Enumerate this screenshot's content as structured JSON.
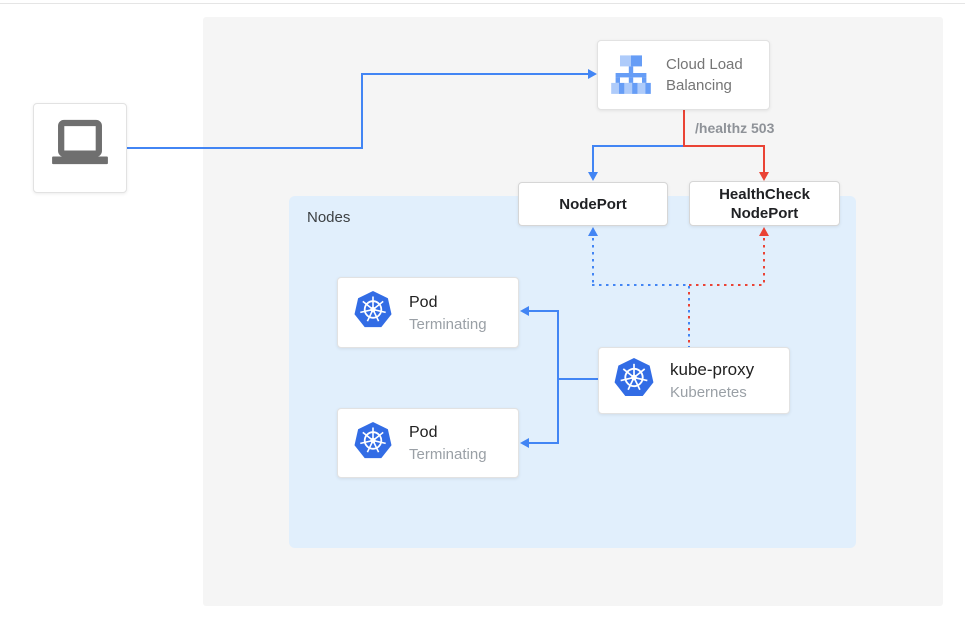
{
  "diagram": {
    "client": {
      "icon": "laptop-icon"
    },
    "cloud_load_balancing": {
      "line1": "Cloud Load",
      "line2": "Balancing",
      "icon": "cloud-load-balancing-icon"
    },
    "healthz_label": "/healthz 503",
    "nodeport": {
      "label": "NodePort"
    },
    "healthcheck_nodeport": {
      "line1": "HealthCheck",
      "line2": "NodePort"
    },
    "nodes_group": {
      "label": "Nodes"
    },
    "pod1": {
      "title": "Pod",
      "status": "Terminating",
      "icon": "kubernetes-icon"
    },
    "pod2": {
      "title": "Pod",
      "status": "Terminating",
      "icon": "kubernetes-icon"
    },
    "kube_proxy": {
      "title": "kube-proxy",
      "subtitle": "Kubernetes",
      "icon": "kubernetes-icon"
    },
    "colors": {
      "edge_blue": "#4285f4",
      "edge_red": "#ea4335",
      "panel_gray": "#f5f5f5",
      "nodes_group_bg": "#e1effc",
      "kubernetes_blue": "#326ce5",
      "clb_icon_light": "#aecbfa",
      "clb_icon_mid": "#669df6",
      "title_dark": "#202124",
      "text_gray": "#757575",
      "subtitle_gray": "#9aa0a6",
      "laptop_gray": "#6f6f6f"
    }
  }
}
